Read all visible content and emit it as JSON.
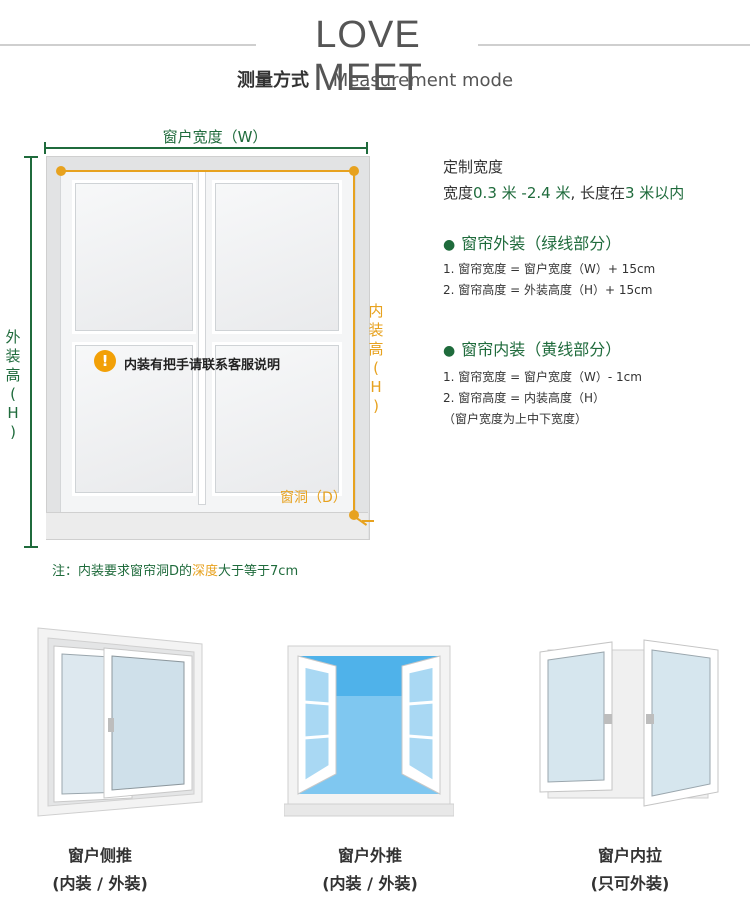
{
  "header": {
    "brand": "LOVE MEET",
    "title_cn": "测量方式",
    "title_en": "Measurement mode"
  },
  "diagram": {
    "width_label": "窗户宽度（W）",
    "outer_height_label": [
      "外",
      "装",
      "高",
      "(",
      "H",
      ")"
    ],
    "inner_height_label": [
      "内",
      "装",
      "高",
      "(",
      "H",
      ")"
    ],
    "hole_label": "窗洞（D）",
    "notice_icon": "!",
    "notice_text": "内装有把手请联系客服说明",
    "colors": {
      "outer_line": "#1f6b3c",
      "inner_line": "#e7a21f",
      "notice": "#f2a007"
    }
  },
  "footnote": {
    "prefix": "注：内装要求窗帘洞D的",
    "highlight": "深度",
    "suffix": "大于等于7cm"
  },
  "custom": {
    "heading": "定制宽度",
    "line_pre1": "宽度",
    "line_val1": "0.3 米 -2.4 米",
    "line_mid": ", 长度在",
    "line_val2": "3 米以内"
  },
  "outer_install": {
    "title": "窗帘外装（绿线部分）",
    "items": [
      "1. 窗帘宽度 = 窗户宽度（W）+ 15cm",
      "2. 窗帘高度 = 外装高度（H）+ 15cm"
    ]
  },
  "inner_install": {
    "title": "窗帘内装（黄线部分）",
    "items": [
      "1. 窗帘宽度 = 窗户宽度（W）- 1cm",
      "2. 窗帘高度 = 内装高度（H）",
      "（窗户宽度为上中下宽度）"
    ]
  },
  "window_types": [
    {
      "name": "窗户侧推",
      "note": "(内装 / 外装)",
      "icon": "sliding-window-icon"
    },
    {
      "name": "窗户外推",
      "note": "(内装 / 外装)",
      "icon": "outward-casement-window-icon"
    },
    {
      "name": "窗户内拉",
      "note": "(只可外装)",
      "icon": "inward-casement-window-icon"
    }
  ]
}
